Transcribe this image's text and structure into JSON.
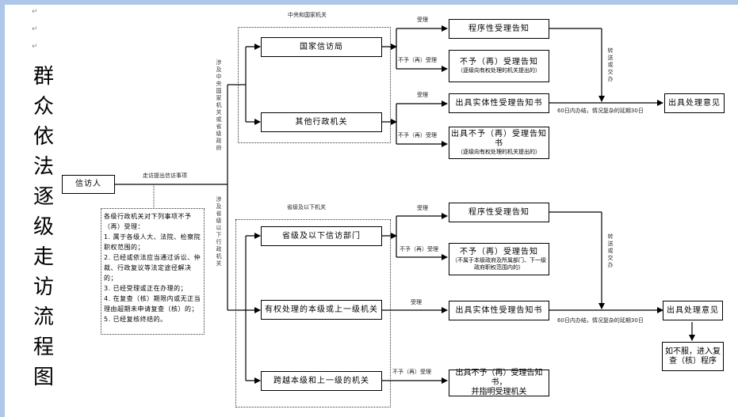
{
  "page": {
    "title_chars": [
      "群",
      "众",
      "依",
      "法",
      "逐",
      "级",
      "走",
      "访",
      "流",
      "程",
      "图"
    ],
    "pilcrows": [
      "↵",
      "↵",
      "↵"
    ]
  },
  "petitioner": {
    "label": "信访人"
  },
  "edge_labels": {
    "submit": "走访提出信访事项",
    "central_branch": "涉及中央国家机关或省级政府",
    "provincial_branch": "涉及省级以下行政机关",
    "central_group": "中央和国家机关",
    "provincial_group": "省级及以下机关",
    "accept": "受理",
    "reject": "不予（再）受理",
    "transfer": "转送或交办",
    "deadline": "60日内办结，情况复杂的延期30日"
  },
  "note": {
    "lines": [
      "各级行政机关对下列事项不予（再）受理：",
      "1. 属于各级人大、法院、检察院职权范围的；",
      "2. 已经或依法应当通过诉讼、仲裁、行政复议等法定途径解决的；",
      "3. 已经受理或正在办理的；",
      "4. 在复查（核）期限内或无正当理由超期未申请复查（核）的；",
      "5. 已经复核终结的。"
    ]
  },
  "central": {
    "nodes": [
      {
        "label": "国家信访局"
      },
      {
        "label": "其他行政机关"
      }
    ],
    "outcomes": {
      "procedural_notice": {
        "label": "程序性受理告知"
      },
      "reject_notice": {
        "label": "不予（再）受理告知",
        "sub": "（逐级向有权处理的机关提出的）"
      },
      "substantive_notice": {
        "label": "出具实体性受理告知书"
      },
      "reject_letter": {
        "label": "出具不予（再）受理告知书",
        "sub": "（逐级向有权处理的机关提出的）"
      },
      "opinion": {
        "label": "出具处理意见"
      }
    }
  },
  "provincial": {
    "nodes": [
      {
        "label": "省级及以下信访部门"
      },
      {
        "label": "有权处理的本级或上一级机关"
      },
      {
        "label": "跨越本级和上一级的机关"
      }
    ],
    "outcomes": {
      "procedural_notice": {
        "label": "程序性受理告知"
      },
      "reject_notice": {
        "label": "不予（再）受理告知",
        "sub": "（不属于本级政府及所属部门、下一级政府职权范围内的）"
      },
      "substantive_notice": {
        "label": "出具实体性受理告知书"
      },
      "reject_letter": {
        "label": "出具不予（再）受理告知书，",
        "label2": "并指明受理机关"
      },
      "opinion": {
        "label": "出具处理意见"
      },
      "review": {
        "label": "如不服，进入复",
        "label2": "查（核）程序"
      }
    }
  }
}
